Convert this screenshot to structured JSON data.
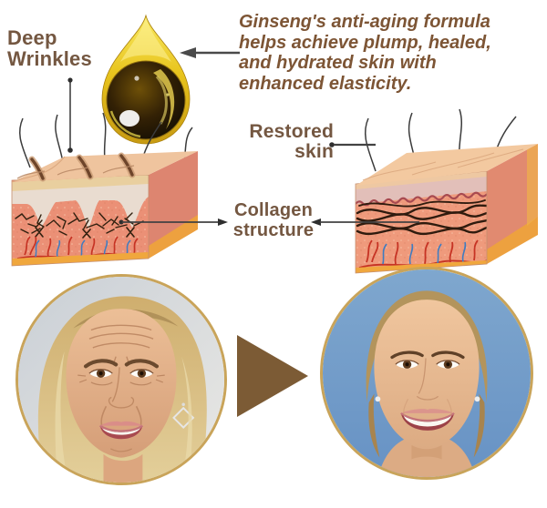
{
  "labels": {
    "deep_wrinkles": {
      "line1": "Deep",
      "line2": "Wrinkles"
    },
    "headline": {
      "line1": "Ginseng's anti-aging formula",
      "line2": "helps achieve plump, healed,",
      "line3": "and hydrated skin with",
      "line4": "enhanced elasticity."
    },
    "restored_skin": {
      "line1": "Restored",
      "line2": "skin"
    },
    "collagen_structure": {
      "line1": "Collagen",
      "line2": "structure"
    }
  },
  "colors": {
    "label_brown": "#745741",
    "headline_brown": "#7d5535",
    "connector_gray": "#424242",
    "transition_arrow_brown": "#7c5b35",
    "photo_border_gold": "#c9a45a",
    "droplet_gold": "#e0b517",
    "after_photo_background_blue": "#6f9bce",
    "dermis_salmon": "#eb9076",
    "fat_layer_orange": "#f0a73d",
    "collagen_fiber_dark": "#31200f"
  },
  "icons": {
    "oil_droplet": "golden-serum-droplet",
    "before_after_arrow": "right-pointing-triangle",
    "before_photo": "woman-face-wrinkled-skin",
    "after_photo": "woman-face-smooth-skin"
  }
}
